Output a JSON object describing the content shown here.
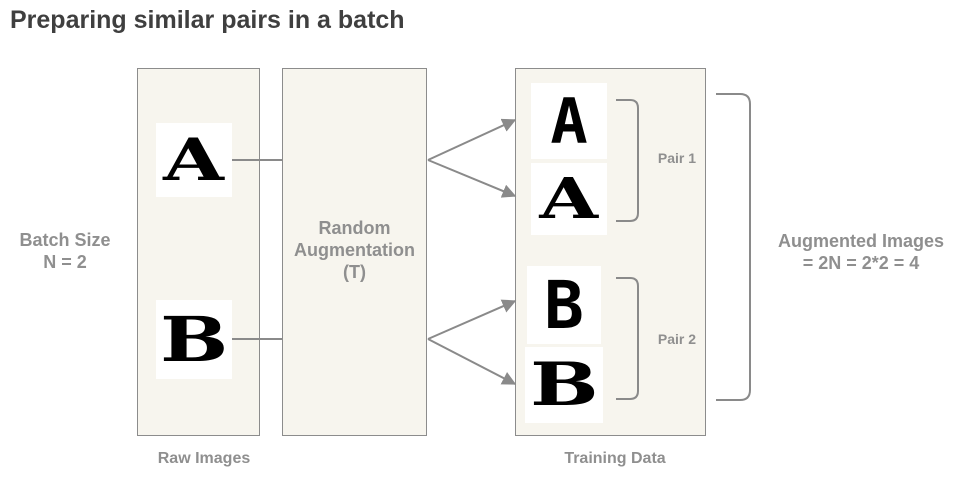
{
  "title": "Preparing similar pairs in a batch",
  "batch": {
    "line1": "Batch Size",
    "line2": "N = 2"
  },
  "raw_images": {
    "caption": "Raw Images",
    "images": [
      {
        "glyph": "A"
      },
      {
        "glyph": "B"
      }
    ]
  },
  "augmentation": {
    "line1": "Random",
    "line2": "Augmentation",
    "line3": "(T)"
  },
  "training_data": {
    "caption": "Training Data",
    "images": [
      {
        "glyph": "A"
      },
      {
        "glyph": "A"
      },
      {
        "glyph": "B"
      },
      {
        "glyph": "B"
      }
    ],
    "pairs": [
      "Pair 1",
      "Pair 2"
    ]
  },
  "augmented": {
    "line1": "Augmented Images",
    "line2": "= 2N = 2*2 = 4"
  },
  "colors": {
    "panel_fill": "#f7f5ee",
    "panel_border": "#8c8c8c",
    "label_gray": "#8f8f8f",
    "title": "#3f3f3f",
    "connector": "#8a8a8a"
  }
}
